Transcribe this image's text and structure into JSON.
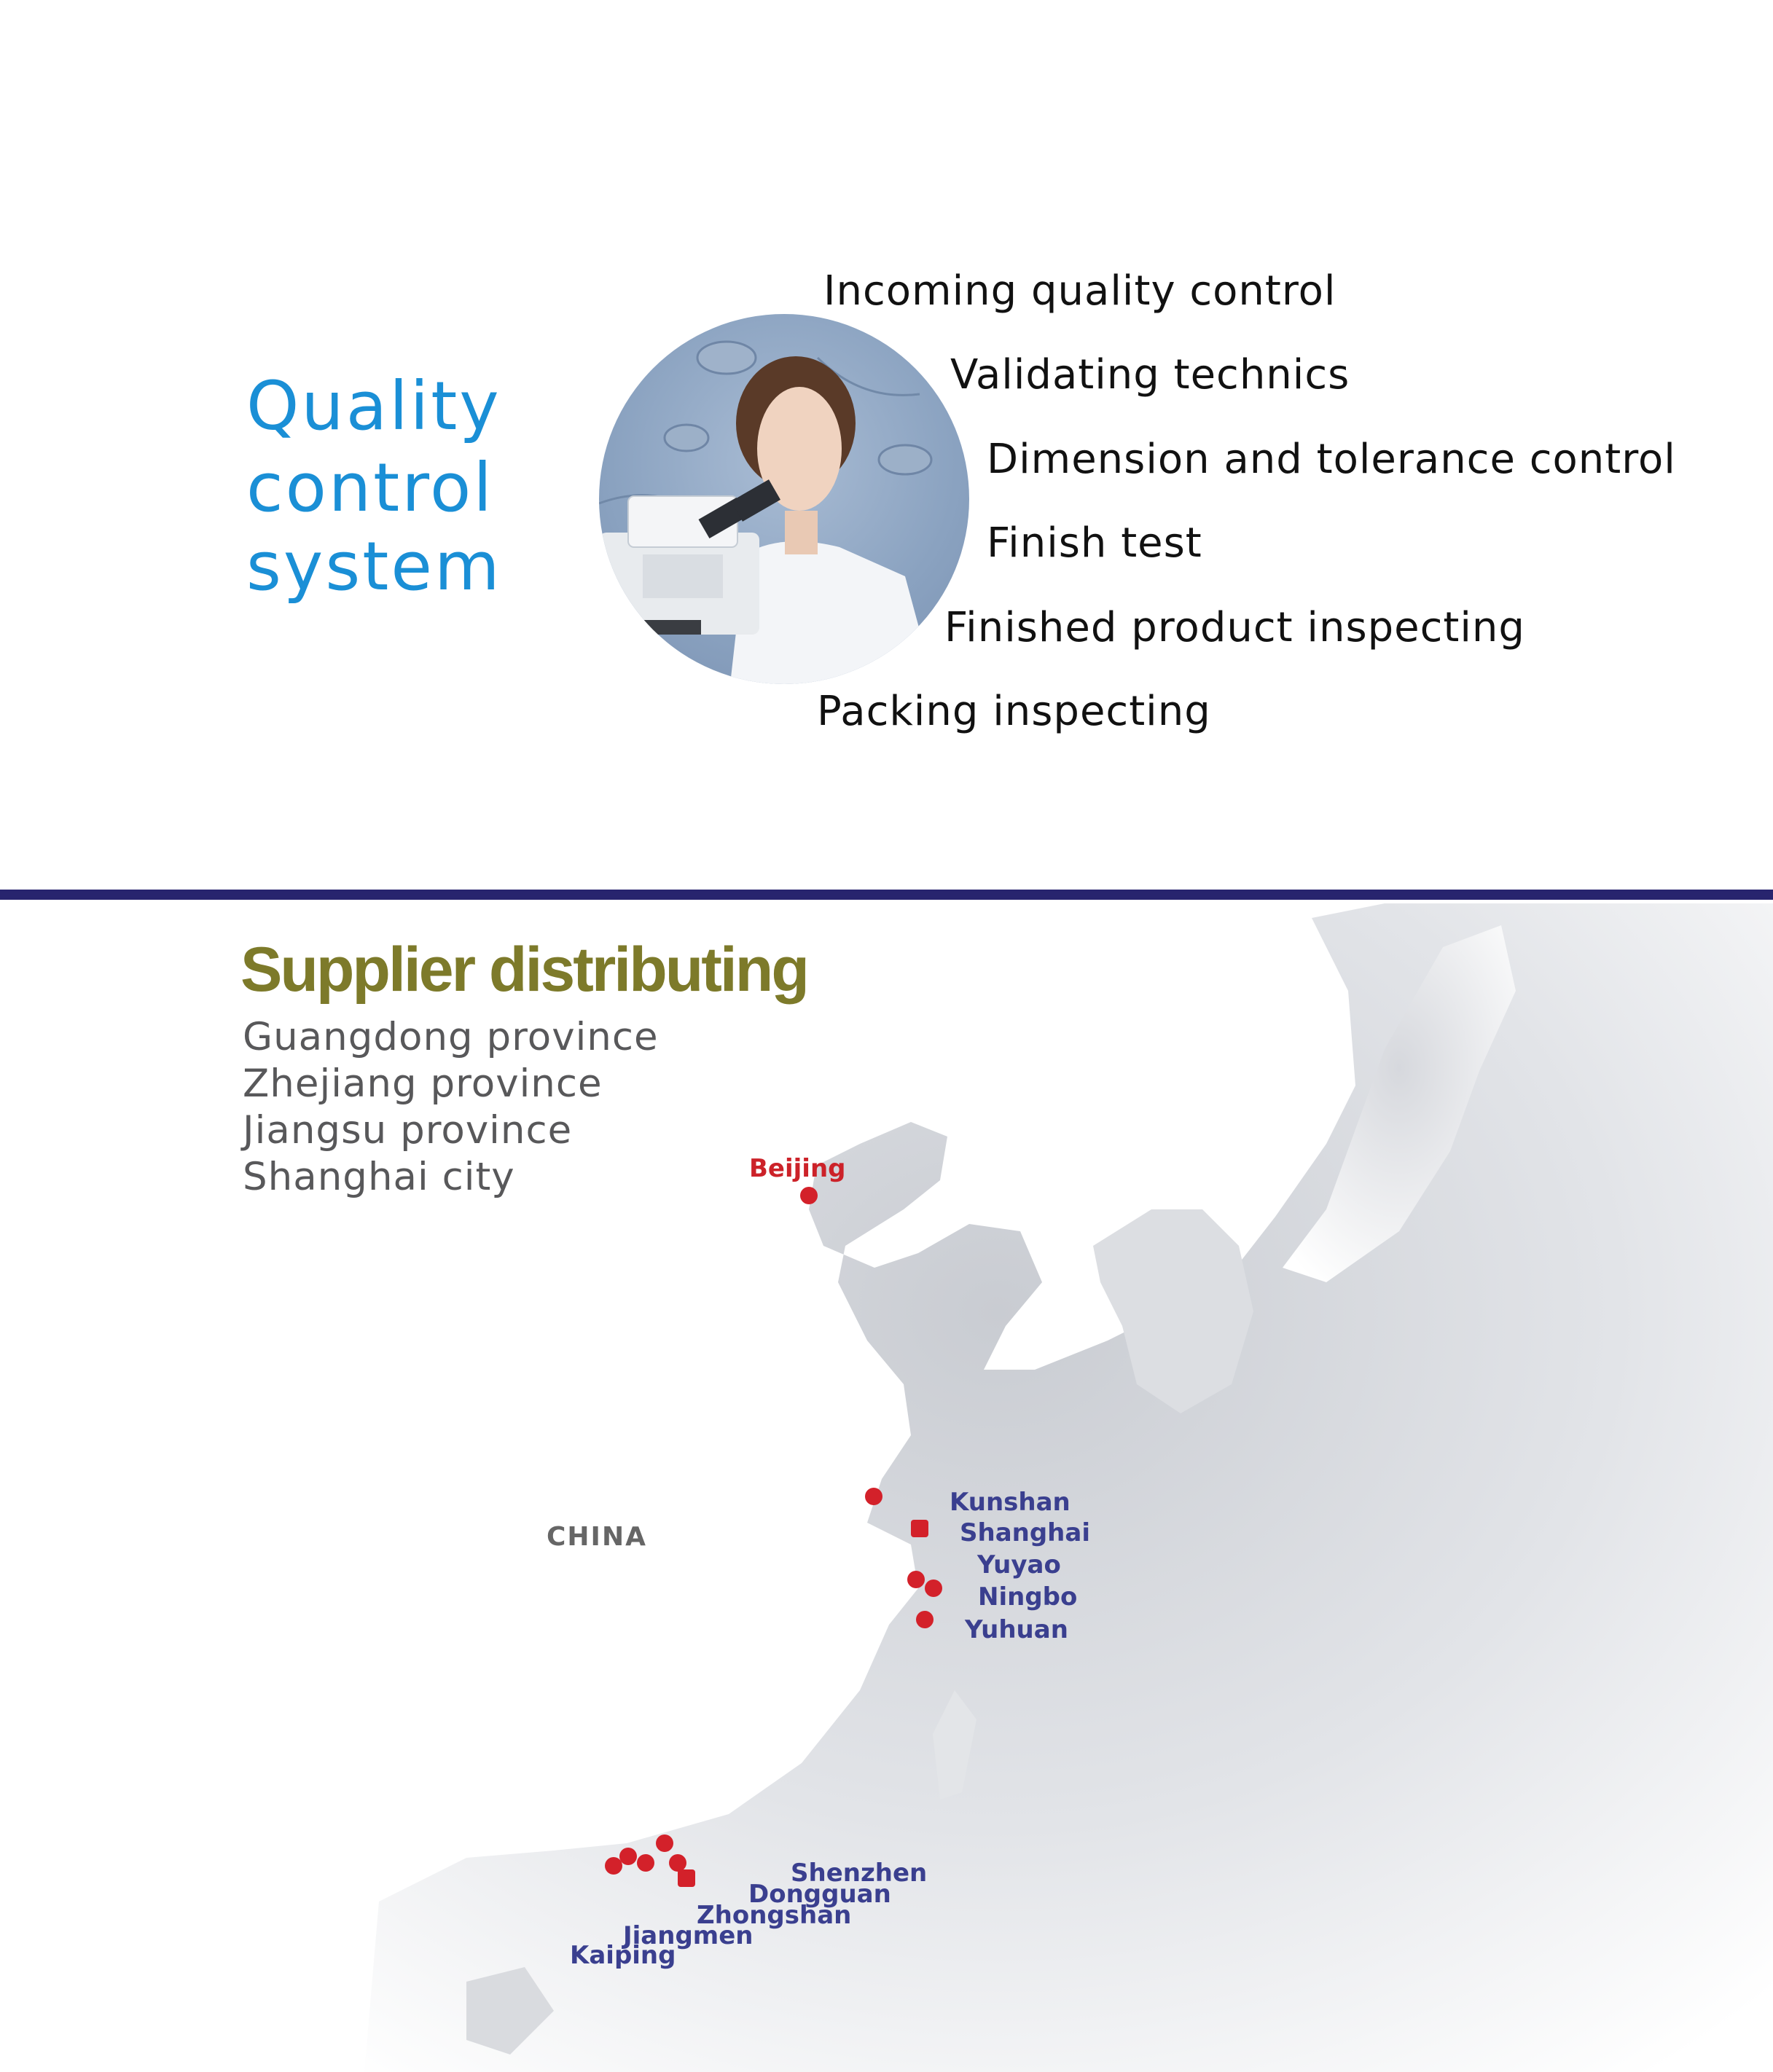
{
  "quality": {
    "title_lines": [
      "Quality",
      "control",
      "system"
    ],
    "items": [
      "Incoming quality control",
      "Validating technics",
      "Dimension and tolerance control",
      "Finish test",
      "Finished product inspecting",
      "Packing inspecting"
    ]
  },
  "supplier": {
    "title": "Supplier distributing",
    "regions": [
      "Guangdong province",
      "Zhejiang province",
      "Jiangsu province",
      "Shanghai city"
    ]
  },
  "map": {
    "country": "CHINA",
    "cities": {
      "beijing": "Beijing",
      "kunshan": "Kunshan",
      "shanghai": "Shanghai",
      "yuyao": "Yuyao",
      "ningbo": "Ningbo",
      "yuhuan": "Yuhuan",
      "shenzhen": "Shenzhen",
      "dongguan": "Dongguan",
      "zhongshan": "Zhongshan",
      "jiangmen": "Jiangmen",
      "kaiping": "Kaiping"
    }
  },
  "colors": {
    "qc_title": "#1a8fd6",
    "divider": "#28246e",
    "supplier_title": "#7d7a2a",
    "city_label": "#3a3f8f",
    "capital_label": "#cc2229",
    "marker": "#d3212a"
  }
}
